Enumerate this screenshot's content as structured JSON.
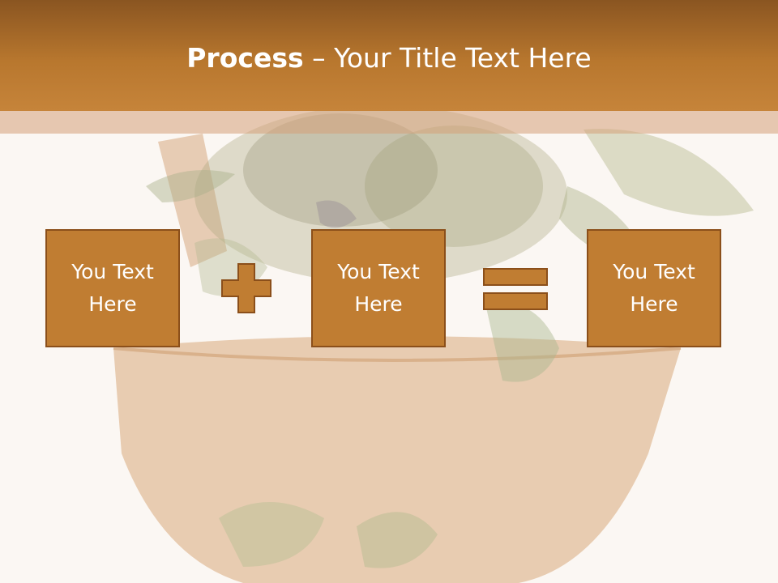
{
  "title": {
    "bold": "Process",
    "separator": " – ",
    "rest": "Your Title Text Here"
  },
  "boxes": [
    {
      "text": "You Text Here"
    },
    {
      "text": "You Text Here"
    },
    {
      "text": "You Text Here"
    }
  ],
  "operators": [
    "plus-icon",
    "equals-icon"
  ],
  "colors": {
    "header": "#b8772e",
    "box_fill": "#c07d32",
    "box_border": "#8b4f1a",
    "background": "#fbf7f3"
  }
}
